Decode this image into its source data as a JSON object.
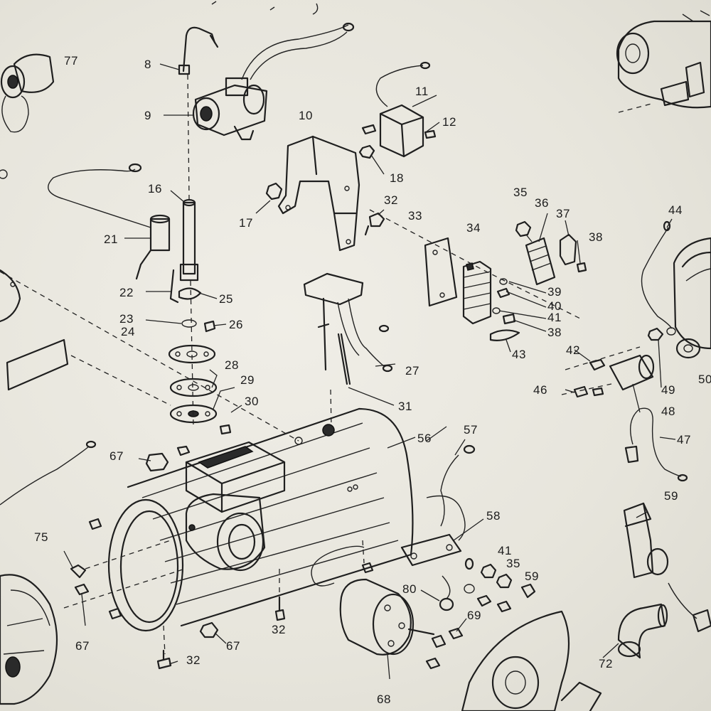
{
  "callouts": {
    "c8": "8",
    "c9": "9",
    "c10": "10",
    "c11": "11",
    "c12": "12",
    "c16": "16",
    "c17": "17",
    "c18": "18",
    "c21": "21",
    "c22": "22",
    "c23": "23",
    "c24": "24",
    "c25": "25",
    "c26": "26",
    "c27": "27",
    "c28": "28",
    "c29": "29",
    "c30": "30",
    "c31": "31",
    "c32a": "32",
    "c32b": "32",
    "c32c": "32",
    "c33": "33",
    "c34": "34",
    "c35a": "35",
    "c35b": "35",
    "c36": "36",
    "c37": "37",
    "c38a": "38",
    "c38b": "38",
    "c39": "39",
    "c40": "40",
    "c41a": "41",
    "c41b": "41",
    "c42": "42",
    "c43": "43",
    "c44": "44",
    "c46": "46",
    "c47": "47",
    "c48": "48",
    "c49": "49",
    "c50": "50",
    "c56": "56",
    "c57": "57",
    "c58": "58",
    "c59a": "59",
    "c59b": "59",
    "c67a": "67",
    "c67b": "67",
    "c67c": "67",
    "c68": "68",
    "c69": "69",
    "c72": "72",
    "c75": "75",
    "c77": "77",
    "c80": "80"
  }
}
